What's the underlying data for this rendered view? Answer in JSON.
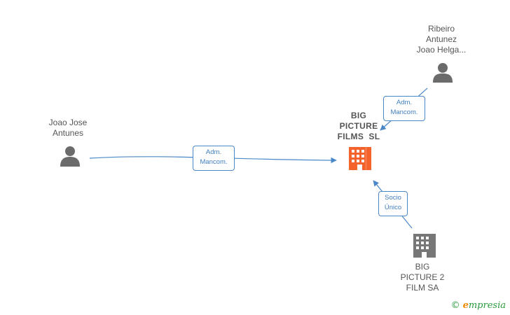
{
  "nodes": {
    "main_company": {
      "label_lines": [
        "BIG",
        "PICTURE",
        "FILMS  SL"
      ],
      "color": "#f4632b"
    },
    "person_left": {
      "label_lines": [
        "Joao Jose",
        "Antunes"
      ]
    },
    "person_top": {
      "label_lines": [
        "Ribeiro",
        "Antunez",
        "Joao Helga..."
      ]
    },
    "company_bottom": {
      "label_lines": [
        "BIG",
        "PICTURE 2",
        "FILM SA"
      ],
      "color": "#777777"
    }
  },
  "edges": {
    "left_to_main": {
      "label_lines": [
        "Adm.",
        "Mancom."
      ]
    },
    "top_to_main": {
      "label_lines": [
        "Adm.",
        "Mancom."
      ]
    },
    "bottom_to_main": {
      "label_lines": [
        "Socio",
        "Único"
      ]
    }
  },
  "colors": {
    "edge": "#4a88c7",
    "person_icon": "#6b6b6b"
  },
  "brand": {
    "copyright": "©",
    "first_letter": "e",
    "name": "mpresia"
  }
}
